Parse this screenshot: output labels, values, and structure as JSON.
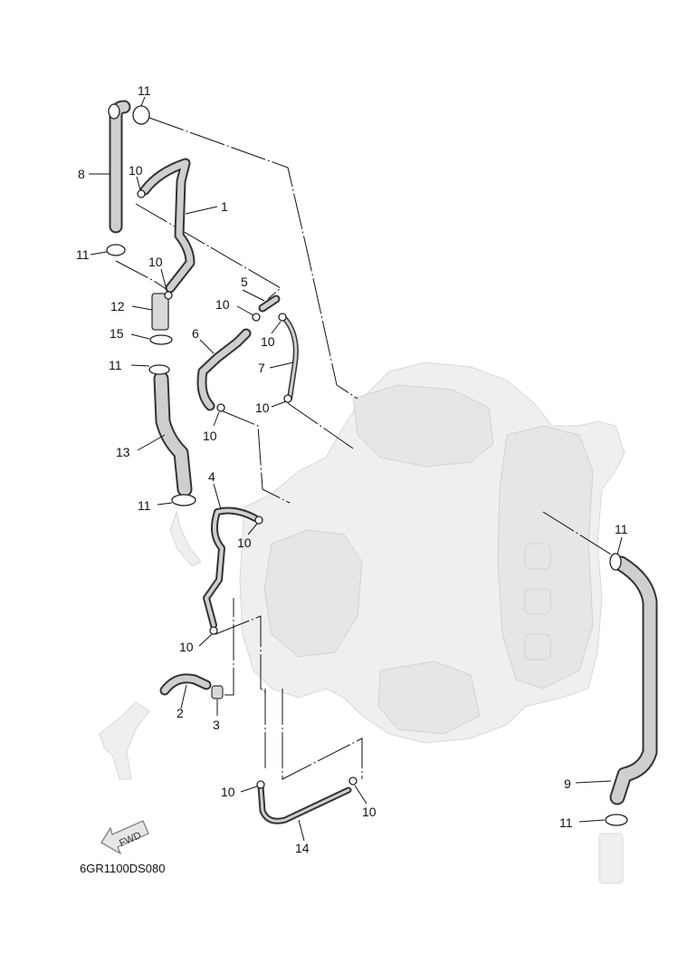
{
  "diagram": {
    "part_code": "6GR1100DS080",
    "fwd_label": "FWD",
    "callouts": [
      {
        "id": "c1",
        "text": "1"
      },
      {
        "id": "c2",
        "text": "2"
      },
      {
        "id": "c3",
        "text": "3"
      },
      {
        "id": "c4",
        "text": "4"
      },
      {
        "id": "c5",
        "text": "5"
      },
      {
        "id": "c6",
        "text": "6"
      },
      {
        "id": "c7",
        "text": "7"
      },
      {
        "id": "c8",
        "text": "8"
      },
      {
        "id": "c9",
        "text": "9"
      },
      {
        "id": "c10",
        "text": "10"
      },
      {
        "id": "c11",
        "text": "11"
      },
      {
        "id": "c12",
        "text": "12"
      },
      {
        "id": "c13",
        "text": "13"
      },
      {
        "id": "c14",
        "text": "14"
      },
      {
        "id": "c15",
        "text": "15"
      }
    ]
  }
}
